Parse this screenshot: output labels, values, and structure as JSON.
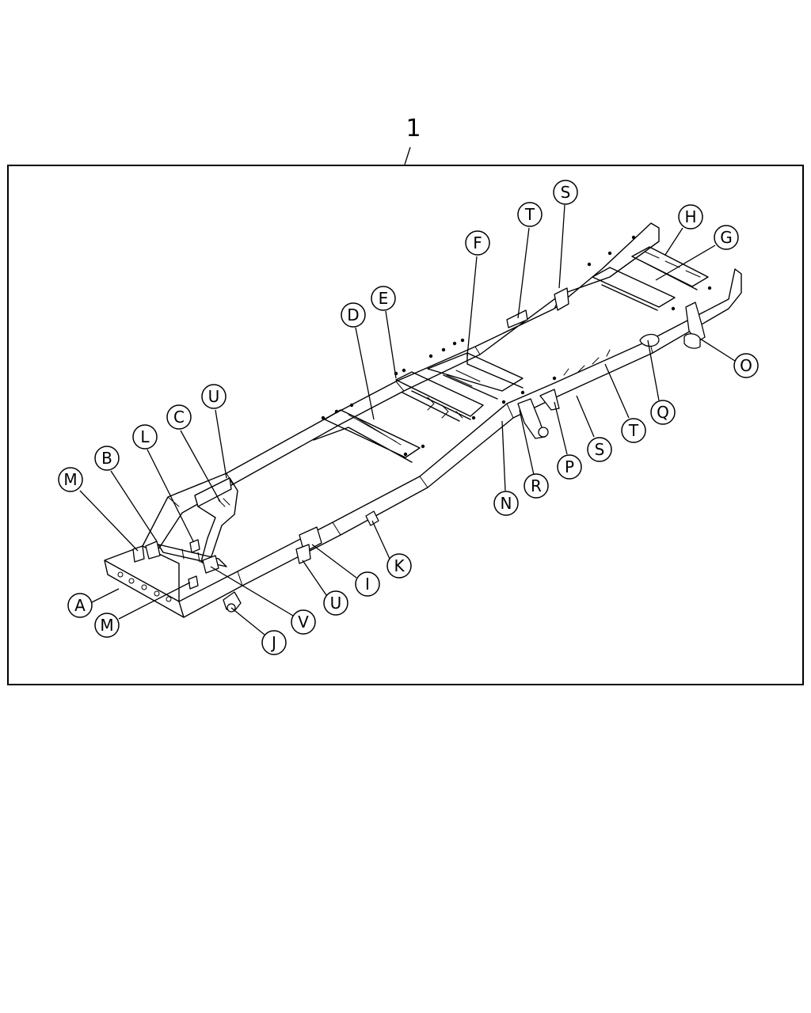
{
  "diagram": {
    "assembly_ref": "1",
    "callouts": [
      {
        "id": "H",
        "label": "H"
      },
      {
        "id": "G",
        "label": "G"
      },
      {
        "id": "S1",
        "label": "S"
      },
      {
        "id": "T1",
        "label": "T"
      },
      {
        "id": "F",
        "label": "F"
      },
      {
        "id": "E",
        "label": "E"
      },
      {
        "id": "D",
        "label": "D"
      },
      {
        "id": "U1",
        "label": "U"
      },
      {
        "id": "C",
        "label": "C"
      },
      {
        "id": "L",
        "label": "L"
      },
      {
        "id": "B",
        "label": "B"
      },
      {
        "id": "M1",
        "label": "M"
      },
      {
        "id": "A",
        "label": "A"
      },
      {
        "id": "M2",
        "label": "M"
      },
      {
        "id": "J",
        "label": "J"
      },
      {
        "id": "V",
        "label": "V"
      },
      {
        "id": "U2",
        "label": "U"
      },
      {
        "id": "I",
        "label": "I"
      },
      {
        "id": "K",
        "label": "K"
      },
      {
        "id": "N",
        "label": "N"
      },
      {
        "id": "R",
        "label": "R"
      },
      {
        "id": "P",
        "label": "P"
      },
      {
        "id": "S2",
        "label": "S"
      },
      {
        "id": "T2",
        "label": "T"
      },
      {
        "id": "Q",
        "label": "Q"
      },
      {
        "id": "O",
        "label": "O"
      }
    ]
  }
}
